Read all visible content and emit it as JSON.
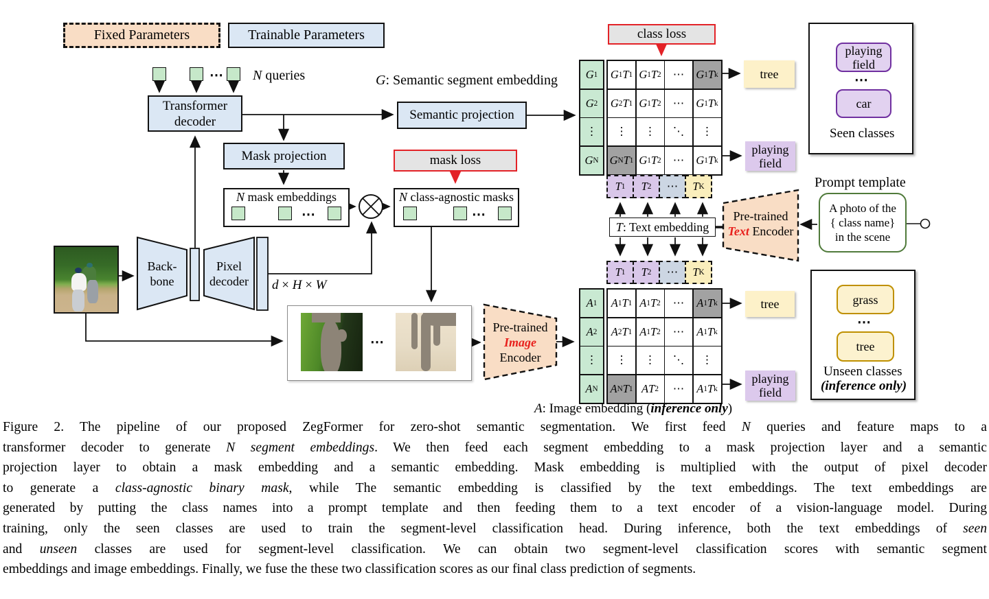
{
  "legend": {
    "fixed": "Fixed Parameters",
    "trainable": "Trainable Parameters"
  },
  "labels": {
    "n_queries": [
      {
        "t": "N",
        "s": "i"
      },
      {
        "t": " queries"
      }
    ],
    "dots_h": "⋯",
    "g_caption": [
      {
        "t": "G",
        "s": "i"
      },
      {
        "t": ": Semantic segment embedding"
      }
    ],
    "transformer": [
      "Transformer",
      "decoder"
    ],
    "mask_projection": "Mask projection",
    "semantic_projection": "Semantic projection",
    "mask_loss": "mask loss",
    "class_loss": "class loss",
    "n_mask_embeddings": [
      {
        "t": "N",
        "s": "i"
      },
      {
        "t": " mask embeddings"
      }
    ],
    "n_class_agnostic_masks": [
      {
        "t": "N",
        "s": "i"
      },
      {
        "t": " class-agnostic masks"
      }
    ],
    "backbone": [
      "Back-",
      "bone"
    ],
    "pixel_decoder": [
      "Pixel",
      "decoder"
    ],
    "dhw": "d × H × W",
    "t_embedding": [
      {
        "t": "T",
        "s": "i"
      },
      {
        "t": ": Text embedding"
      }
    ],
    "a_caption": [
      {
        "t": "A",
        "s": "i"
      },
      {
        "t": ": Image embedding ("
      },
      {
        "t": "inference only",
        "s": "bi"
      },
      {
        "t": ")"
      }
    ],
    "prompt_title": "Prompt template",
    "prompt_lines": [
      "A photo of the",
      "{ class name}",
      "in the scene"
    ],
    "text_encoder_l1": "Pre-trained",
    "text_encoder_l2": [
      {
        "t": "Text",
        "s": "r"
      },
      {
        "t": " Encoder"
      }
    ],
    "image_encoder_l1": "Pre-trained",
    "image_encoder_l2": [
      {
        "t": "Image",
        "s": "r"
      }
    ],
    "image_encoder_l3": "Encoder"
  },
  "g_matrix": {
    "row_labels": [
      "G_1",
      "G_2",
      "⋮",
      "G_N"
    ],
    "rows": [
      [
        "G_1T_1",
        "G_1T_2",
        "⋯",
        "G_1T_k"
      ],
      [
        "G_2T_1",
        "G_1T_2",
        "⋯",
        "G_1T_k"
      ],
      [
        "⋮",
        "⋮",
        "⋱",
        "⋮"
      ],
      [
        "G_NT_1",
        "G_1T_2",
        "⋯",
        "G_1T_k"
      ]
    ]
  },
  "a_matrix": {
    "row_labels": [
      "A_1",
      "A_2",
      "⋮",
      "A_N"
    ],
    "rows": [
      [
        "A_1T_1",
        "A_1T_2",
        "⋯",
        "A_1T_k"
      ],
      [
        "A_2T_1",
        "A_1T_2",
        "⋯",
        "A_1T_k"
      ],
      [
        "⋮",
        "⋮",
        "⋱",
        "⋮"
      ],
      [
        "A_NT_1",
        "AT_2",
        "⋯",
        "A_1T_k"
      ]
    ]
  },
  "t_row": [
    "T_1",
    "T_2",
    "⋯",
    "T_K"
  ],
  "outputs": {
    "tree_top": "tree",
    "playing_field_top": "playing field",
    "tree_bottom": "tree",
    "playing_field_bottom": "playing field"
  },
  "seen_panel": {
    "items": [
      "playing field",
      "car"
    ],
    "dots": "⋯",
    "label": "Seen classes"
  },
  "unseen_panel": {
    "items": [
      "grass",
      "tree"
    ],
    "dots": "⋯",
    "label": "Unseen classes",
    "sublabel": "(inference only)"
  },
  "caption": {
    "lines": [
      [
        {
          "t": "Figure 2.  The pipeline of our proposed ZegFormer for zero-shot semantic segmentation.  We first feed "
        },
        {
          "t": "N",
          "s": "i"
        },
        {
          "t": " queries and feature maps to a"
        }
      ],
      [
        {
          "t": "transformer decoder to generate "
        },
        {
          "t": "N segment embeddings",
          "s": "i"
        },
        {
          "t": ".  We then feed each segment embedding to a mask projection layer and a semantic"
        }
      ],
      [
        {
          "t": "projection layer to obtain a mask embedding and a semantic embedding.  Mask embedding is multiplied with the output of pixel decoder"
        }
      ],
      [
        {
          "t": "to generate a "
        },
        {
          "t": "class-agnostic binary mask",
          "s": "i"
        },
        {
          "t": ", while The semantic embedding is classified by the text embeddings.  The text embeddings are"
        }
      ],
      [
        {
          "t": "generated by putting the class names into a prompt template and then feeding them to a text encoder of a vision-language model.  During"
        }
      ],
      [
        {
          "t": "training, only the seen classes are used to train the segment-level classification head.  During inference, both the text embeddings of "
        },
        {
          "t": "seen",
          "s": "i"
        }
      ],
      [
        {
          "t": "and "
        },
        {
          "t": "unseen",
          "s": "i"
        },
        {
          "t": " classes are used for segment-level classification.  We can obtain two segment-level classification scores with semantic segment"
        }
      ],
      [
        {
          "t": "embeddings and image embeddings.  Finally, we fuse the these two classification scores as our final class prediction of segments."
        }
      ]
    ]
  },
  "colors": {
    "trainable_blue": "#dbe7f4",
    "fixed_peach": "#f9ddc5",
    "embedding_green": "#c6e8c9",
    "label_green": "#c9e9d2",
    "matrix_gray": "#a2a2a2",
    "loss_fill": "#e4e4e4",
    "loss_red": "#e32227",
    "purple": "#dcc9ec",
    "yellow": "#fdf1c9",
    "t_bluegray": "#ccd6e3",
    "seen_border": "#7030a0",
    "unseen_border": "#bf9000",
    "prompt_green": "#4f7a3a"
  }
}
